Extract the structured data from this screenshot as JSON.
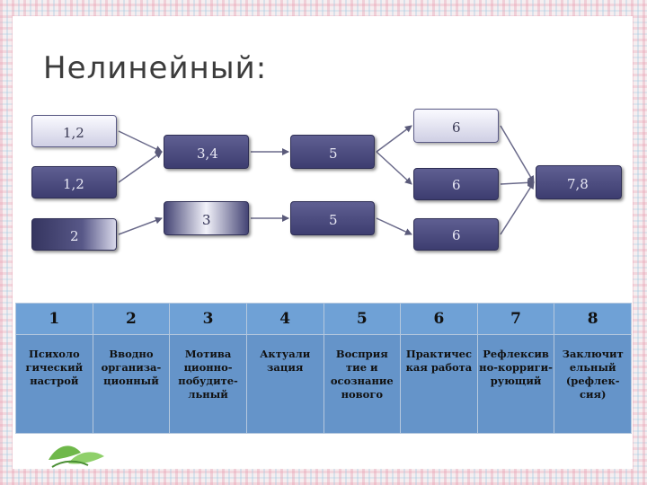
{
  "title": "Нелинейный:",
  "diagram": {
    "nodes": [
      {
        "id": "a1",
        "label": "1,2"
      },
      {
        "id": "a2",
        "label": "1,2"
      },
      {
        "id": "a3",
        "label": "2"
      },
      {
        "id": "b1",
        "label": "3,4"
      },
      {
        "id": "b2",
        "label": "3"
      },
      {
        "id": "c1",
        "label": "5"
      },
      {
        "id": "c2",
        "label": "5"
      },
      {
        "id": "d1",
        "label": "6"
      },
      {
        "id": "d2",
        "label": "6"
      },
      {
        "id": "d3",
        "label": "6"
      },
      {
        "id": "e1",
        "label": "7,8"
      }
    ],
    "edges": [
      [
        "a1",
        "b1"
      ],
      [
        "a2",
        "b1"
      ],
      [
        "a3",
        "b2"
      ],
      [
        "b1",
        "c1"
      ],
      [
        "b2",
        "c2"
      ],
      [
        "c1",
        "d1"
      ],
      [
        "c1",
        "d2"
      ],
      [
        "c2",
        "d3"
      ],
      [
        "d1",
        "e1"
      ],
      [
        "d2",
        "e1"
      ],
      [
        "d3",
        "e1"
      ]
    ]
  },
  "table": {
    "numbers": [
      "1",
      "2",
      "3",
      "4",
      "5",
      "6",
      "7",
      "8"
    ],
    "stages": [
      "Психоло гический настрой",
      "Вводно организа-ционный",
      "Мотива ционно-побудите-льный",
      "Актуали зация",
      "Восприя тие и осознание нового",
      "Практичес кая работа",
      "Рефлексив но-корриги-рующий",
      "Заключит ельный (рефлек-сия)"
    ]
  }
}
